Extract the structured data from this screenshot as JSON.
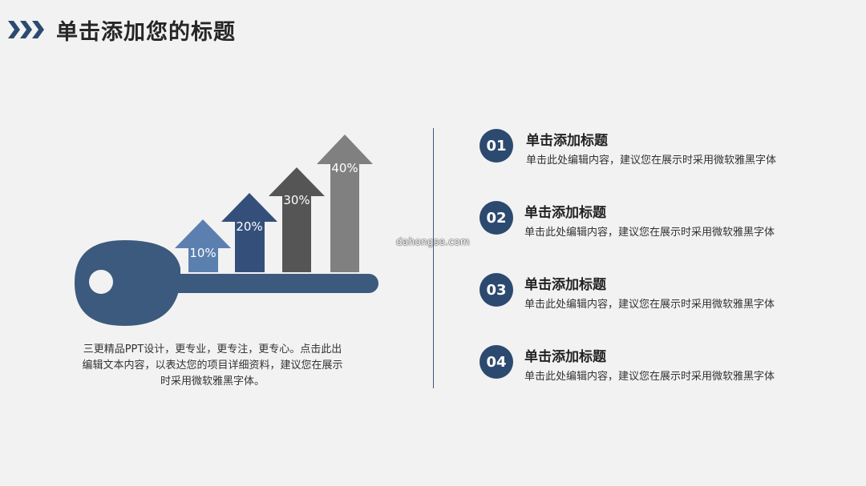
{
  "header": {
    "title": "单击添加您的标题",
    "icon": "triple-chevron-right-icon",
    "icon_color": "#2c4a6f"
  },
  "graphic": {
    "icon": "key-growth-arrows-graphic",
    "arrows": [
      {
        "label": "10%",
        "value": 10,
        "color": "#5b80b0"
      },
      {
        "label": "20%",
        "value": 20,
        "color": "#34507a"
      },
      {
        "label": "30%",
        "value": 30,
        "color": "#555555"
      },
      {
        "label": "40%",
        "value": 40,
        "color": "#808080"
      }
    ],
    "key_color": "#3b5a7e"
  },
  "intro": {
    "text": "三更精品PPT设计，更专业，更专注，更专心。点击此出编辑文本内容，以表达您的项目详细资料，建议您在展示时采用微软雅黑字体。"
  },
  "watermark": "dahongse.com",
  "items": [
    {
      "number": "01",
      "title": "单击添加标题",
      "desc": "单击此处编辑内容，建议您在展示时采用微软雅黑字体"
    },
    {
      "number": "02",
      "title": "单击添加标题",
      "desc": "单击此处编辑内容，建议您在展示时采用微软雅黑字体"
    },
    {
      "number": "03",
      "title": "单击添加标题",
      "desc": "单击此处编辑内容，建议您在展示时采用微软雅黑字体"
    },
    {
      "number": "04",
      "title": "单击添加标题",
      "desc": "单击此处编辑内容，建议您在展示时采用微软雅黑字体"
    }
  ],
  "colors": {
    "accent": "#2c4a6f",
    "background": "#f2f2f2"
  }
}
